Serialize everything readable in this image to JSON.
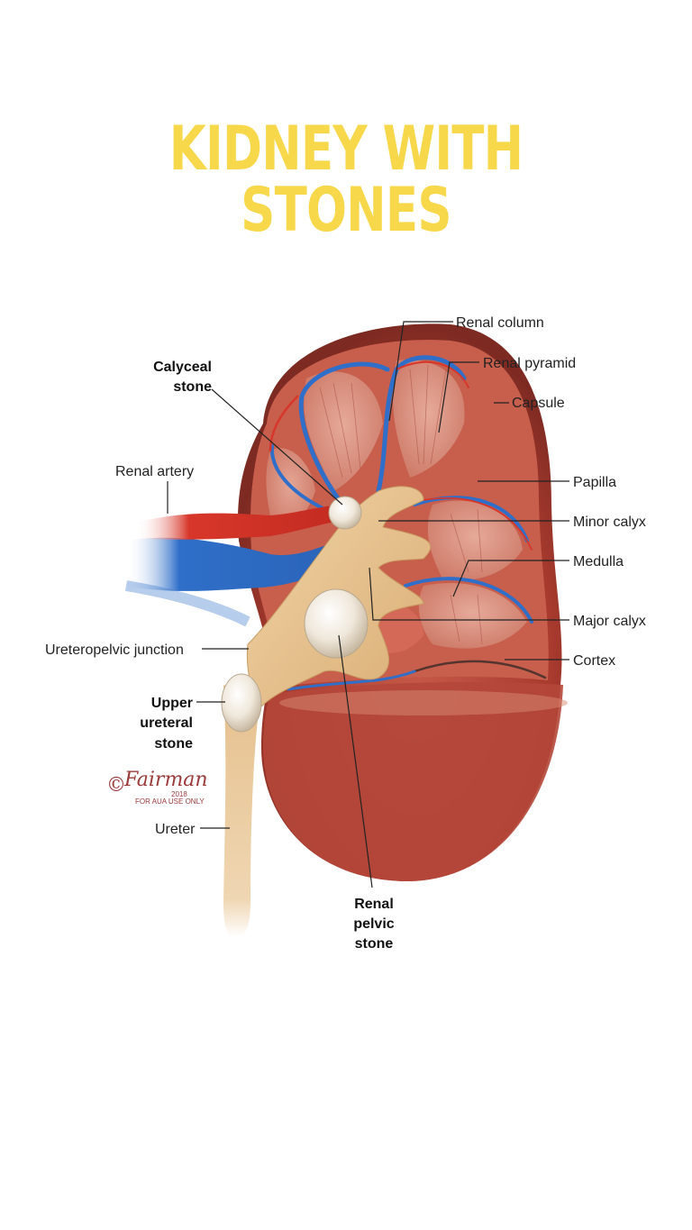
{
  "title": "KIDNEY WITH STONES",
  "colors": {
    "title": "#f7d84a",
    "cortex": "#b5493c",
    "capsule": "#cf7a66",
    "pelvis": "#e7c28f",
    "artery": "#d7372a",
    "vein": "#2f6fc9",
    "stone": "#efe7da"
  },
  "labels": {
    "renal_column": "Renal column",
    "renal_pyramid": "Renal pyramid",
    "capsule": "Capsule",
    "papilla": "Papilla",
    "minor_calyx": "Minor calyx",
    "medulla": "Medulla",
    "major_calyx": "Major calyx",
    "cortex": "Cortex",
    "renal_artery": "Renal artery",
    "ureteropelvic_junction": "Ureteropelvic junction",
    "ureter": "Ureter",
    "calyceal_stone": [
      "Calyceal",
      "stone"
    ],
    "upper_ureteral_stone": [
      "Upper",
      "ureteral",
      "stone"
    ],
    "renal_pelvic_stone": [
      "Renal",
      "pelvic",
      "stone"
    ]
  },
  "signature": {
    "mark": "©",
    "name": "Fairman",
    "year": "2018",
    "note": "FOR AUA USE ONLY"
  }
}
